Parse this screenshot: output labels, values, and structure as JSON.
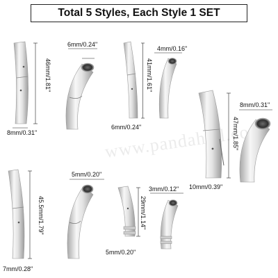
{
  "header": {
    "title": "Total 5 Styles, Each Style 1 SET"
  },
  "watermark": "www.pandahall.com",
  "dimensions": {
    "s1_length": "46mm/1.81\"",
    "s1_width": "8mm/0.31\"",
    "s1_hole": "6mm/0.24\"",
    "s2_length": "41mm/1.61\"",
    "s2_width": "6mm/0.24\"",
    "s2_hole": "4mm/0.16\"",
    "s3_length": "47mm/1.85\"",
    "s3_width": "10mm/0.39\"",
    "s3_hole": "8mm/0.31\"",
    "s4_length": "45.5mm/1.79\"",
    "s4_width": "7mm/0.28\"",
    "s4_hole": "5mm/0.20\"",
    "s5_length": "29mm/1.14\"",
    "s5_width": "5mm/0.20\"",
    "s5_hole": "3mm/0.12\""
  },
  "colors": {
    "metal_light": "#f4f4f4",
    "metal_mid": "#d6d6d6",
    "metal_dark": "#9a9a9a",
    "line": "#222222"
  }
}
